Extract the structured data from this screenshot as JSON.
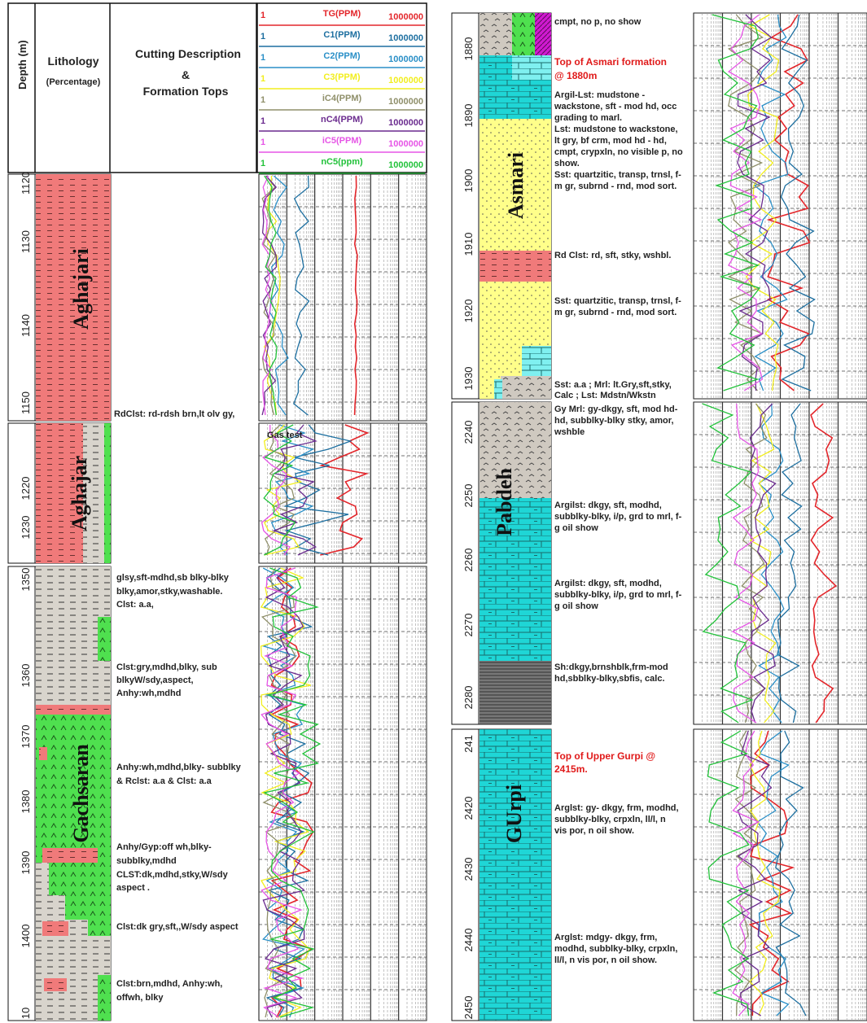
{
  "header": {
    "depth": "Depth (m)",
    "lithology": "Lithology",
    "lithology_sub": "(Percentage)",
    "cutting_1": "Cutting Description",
    "cutting_2": "&",
    "cutting_3": "Formation Tops"
  },
  "legend": [
    {
      "name": "TG(PPM)",
      "min": "1",
      "max": "1000000",
      "color": "#e3262b"
    },
    {
      "name": "C1(PPM)",
      "min": "1",
      "max": "1000000",
      "color": "#1d6fa0"
    },
    {
      "name": "C2(PPM)",
      "min": "1",
      "max": "1000000",
      "color": "#2a8fc7"
    },
    {
      "name": "C3(PPM)",
      "min": "1",
      "max": "1000000",
      "color": "#f2ee1e"
    },
    {
      "name": "iC4(PPM)",
      "min": "1",
      "max": "1000000",
      "color": "#8f8f6a"
    },
    {
      "name": "nC4(PPM)",
      "min": "1",
      "max": "1000000",
      "color": "#6a2a8e"
    },
    {
      "name": "iC5(PPM)",
      "min": "1",
      "max": "1000000",
      "color": "#e655e6"
    },
    {
      "name": "nC5(ppm)",
      "min": "1",
      "max": "1000000",
      "color": "#22c23a"
    }
  ],
  "colors": {
    "claystone": "#f07a7a",
    "marl": "#d8d4cc",
    "anhydrite": "#4fe04f",
    "sandstone": "#ffff8a",
    "limestone": "#1fd6d6",
    "shale": "#777777",
    "magenta": "#d01ad0"
  },
  "formations": {
    "aghajari_1": "Aghajari",
    "aghajari_2": "Aghajar",
    "gachsaran": "Gachsaran",
    "asmari": "Asmari",
    "pabdeh": "Pabdeh",
    "gurpi": "GUrpi"
  },
  "depth_ticks": {
    "s1": [
      "1120",
      "1130",
      "1140",
      "1150"
    ],
    "s2": [
      "1220",
      "1230"
    ],
    "s3": [
      "1350",
      "1360",
      "1370",
      "1380",
      "1390",
      "1400",
      "10"
    ],
    "s4": [
      "1880",
      "1890",
      "1900",
      "1910",
      "1920",
      "1930"
    ],
    "s5": [
      "2240",
      "2250",
      "2260",
      "2270",
      "2280"
    ],
    "s6": [
      "241",
      "2420",
      "2430",
      "2440",
      "2450"
    ]
  },
  "gas_test": "Gas test",
  "descriptions": {
    "s1_1": "RdClst: rd-rdsh brn,lt olv gy,",
    "s3_1": "glsy,sft-mdhd,sb blky-blky",
    "s3_2": "blky,amor,stky,washable.",
    "s3_3": "Clst: a.a,",
    "s3_4": "Clst:gry,mdhd,blky, sub",
    "s3_5": "blkyW/sdy,aspect,",
    "s3_6": "Anhy:wh,mdhd",
    "s3_7": "Anhy:wh,mdhd,blky- subblky",
    "s3_8": "& Rclst: a.a & Clst: a.a",
    "s3_9": "Anhy/Gyp:off wh,blky-",
    "s3_10": "subblky,mdhd",
    "s3_11": "CLST:dk,mdhd,stky,W/sdy",
    "s3_12": "aspect .",
    "s3_13": "Clst:dk gry,sft,,W/sdy aspect",
    "s3_14": "Clst:brn,mdhd, Anhy:wh,",
    "s3_15": "offwh, blky",
    "s4_0": "cmpt, no p, no show",
    "s4_top1": "Top of Asmari formation",
    "s4_top2": "@ 1880m",
    "s4_1": "Argil-Lst: mudstone -",
    "s4_2": "wackstone, sft - mod hd, occ",
    "s4_3": "grading to marl.",
    "s4_4": "Lst: mudstone to wackstone,",
    "s4_5": "lt gry, bf crm, mod hd - hd,",
    "s4_6": "cmpt, crypxln, no visible p, no",
    "s4_7": "show.",
    "s4_8": "Sst: quartzitic, transp, trnsl, f-",
    "s4_9": "m gr, subrnd - rnd, mod sort.",
    "s4_10": "Rd Clst: rd, sft, stky, wshbl.",
    "s4_11": "Sst: quartzitic, transp, trnsl, f-",
    "s4_12": "m gr, subrnd - rnd, mod sort.",
    "s4_13": "Sst: a.a ; Mrl: lt.Gry,sft,stky,",
    "s4_14": "Calc ; Lst: Mdstn/Wkstn",
    "s5_1": "Gy Mrl: gy-dkgy, sft, mod hd-",
    "s5_2": "hd, subblky-blky stky, amor,",
    "s5_3": "wshble",
    "s5_4": "Argilst: dkgy, sft, modhd,",
    "s5_5": "subblky-blky, i/p, grd to mrl, f-",
    "s5_6": "g oil show",
    "s5_7": "Argilst: dkgy, sft, modhd,",
    "s5_8": "subblky-blky, i/p, grd to mrl, f-",
    "s5_9": "g oil show",
    "s5_10": "Sh:dkgy,brnshblk,frm-mod",
    "s5_11": "hd,sbblky-blky,sbfis, calc.",
    "s6_top1": "Top of Upper Gurpi @",
    "s6_top2": "2415m.",
    "s6_1": "Arglst:  gy- dkgy, frm, modhd,",
    "s6_2": "subblky-blky, crpxln, ll/l, n",
    "s6_3": "vis por, n oil show.",
    "s6_4": "Arglst:  mdgy- dkgy, frm,",
    "s6_5": "modhd, subblky-blky, crpxln,",
    "s6_6": "ll/l, n vis por, n oil show."
  }
}
